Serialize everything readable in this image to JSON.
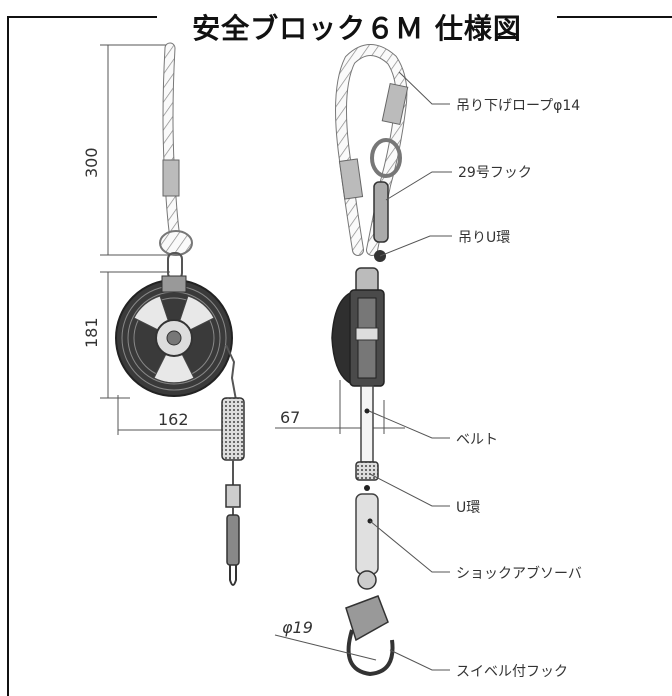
{
  "title": "安全ブロック６Ｍ 仕様図",
  "dimensions": {
    "rope_length": "300",
    "body_height": "181",
    "body_width": "162",
    "body_depth": "67",
    "hook_opening": "φ19"
  },
  "callouts": [
    "吊り下げロープφ14",
    "29号フック",
    "吊りU環",
    "ベルト",
    "U環",
    "ショックアブソーバ",
    "スイベル付フック"
  ]
}
